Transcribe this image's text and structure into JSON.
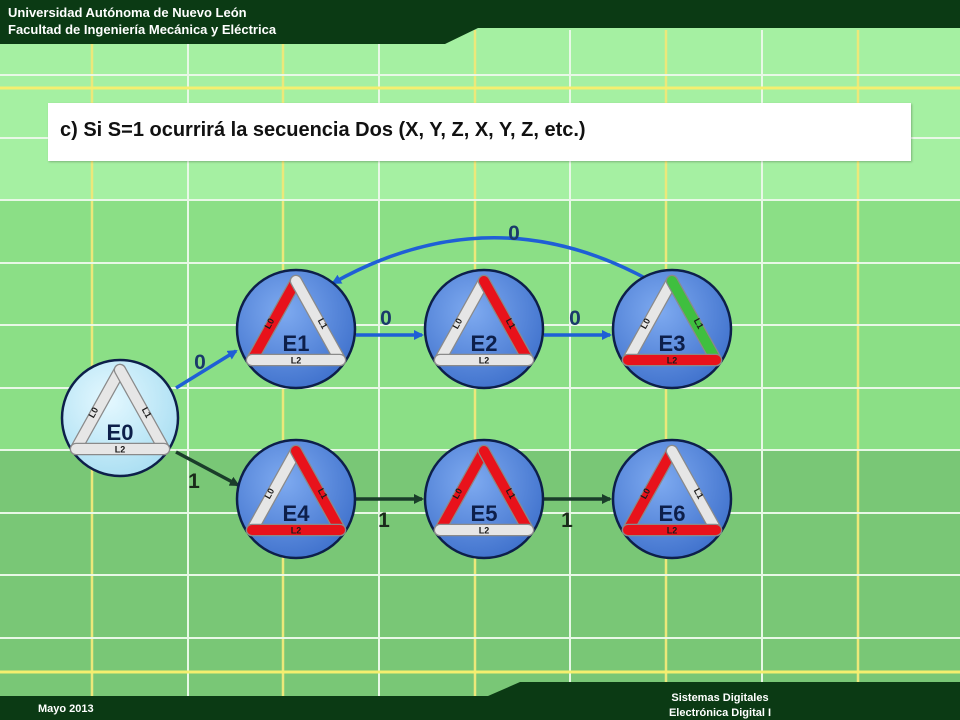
{
  "header": {
    "university": "Universidad Autónoma de Nuevo León",
    "faculty": "Facultad de Ingeniería Mecánica y Eléctrica"
  },
  "title": "c) Si S=1 ocurrirá la secuencia Dos (X, Y, Z, X, Y, Z, etc.)",
  "footer": {
    "date": "Mayo 2013",
    "course": "Sistemas Digitales",
    "subject": "Electrónica Digital I"
  },
  "colors": {
    "lit": "#e8121b",
    "lit_green": "#3fbf3f",
    "unlit": "#e6e6e6",
    "state_fill": "#5b8fe0",
    "start_fill": "#c9eefa",
    "arrow_blue": "#1f5fd6",
    "arrow_dark": "#1a3d2a"
  },
  "diagram": {
    "states": [
      {
        "id": "E0",
        "label": "E0",
        "l0": "L0",
        "l1": "L1",
        "l2": "L2",
        "lit": [],
        "start": true
      },
      {
        "id": "E1",
        "label": "E1",
        "l0": "L0",
        "l1": "L1",
        "l2": "L2",
        "lit": [
          "L0"
        ]
      },
      {
        "id": "E2",
        "label": "E2",
        "l0": "L0",
        "l1": "L1",
        "l2": "L2",
        "lit": [
          "L1"
        ]
      },
      {
        "id": "E3",
        "label": "E3",
        "l0": "L0",
        "l1": "L1",
        "l2": "L2",
        "lit": [
          "L2"
        ],
        "green": [
          "L1"
        ]
      },
      {
        "id": "E4",
        "label": "E4",
        "l0": "L0",
        "l1": "L1",
        "l2": "L2",
        "lit": [
          "L1",
          "L2"
        ]
      },
      {
        "id": "E5",
        "label": "E5",
        "l0": "L0",
        "l1": "L1",
        "l2": "L2",
        "lit": [
          "L0",
          "L1"
        ]
      },
      {
        "id": "E6",
        "label": "E6",
        "l0": "L0",
        "l1": "L1",
        "l2": "L2",
        "lit": [
          "L0",
          "L2"
        ]
      }
    ],
    "transitions": [
      {
        "from": "E0",
        "to": "E1",
        "label": "0"
      },
      {
        "from": "E1",
        "to": "E2",
        "label": "0"
      },
      {
        "from": "E2",
        "to": "E3",
        "label": "0"
      },
      {
        "from": "E3",
        "to": "E1",
        "label": "0"
      },
      {
        "from": "E0",
        "to": "E4",
        "label": "1"
      },
      {
        "from": "E4",
        "to": "E5",
        "label": "1"
      },
      {
        "from": "E5",
        "to": "E6",
        "label": "1"
      }
    ]
  }
}
